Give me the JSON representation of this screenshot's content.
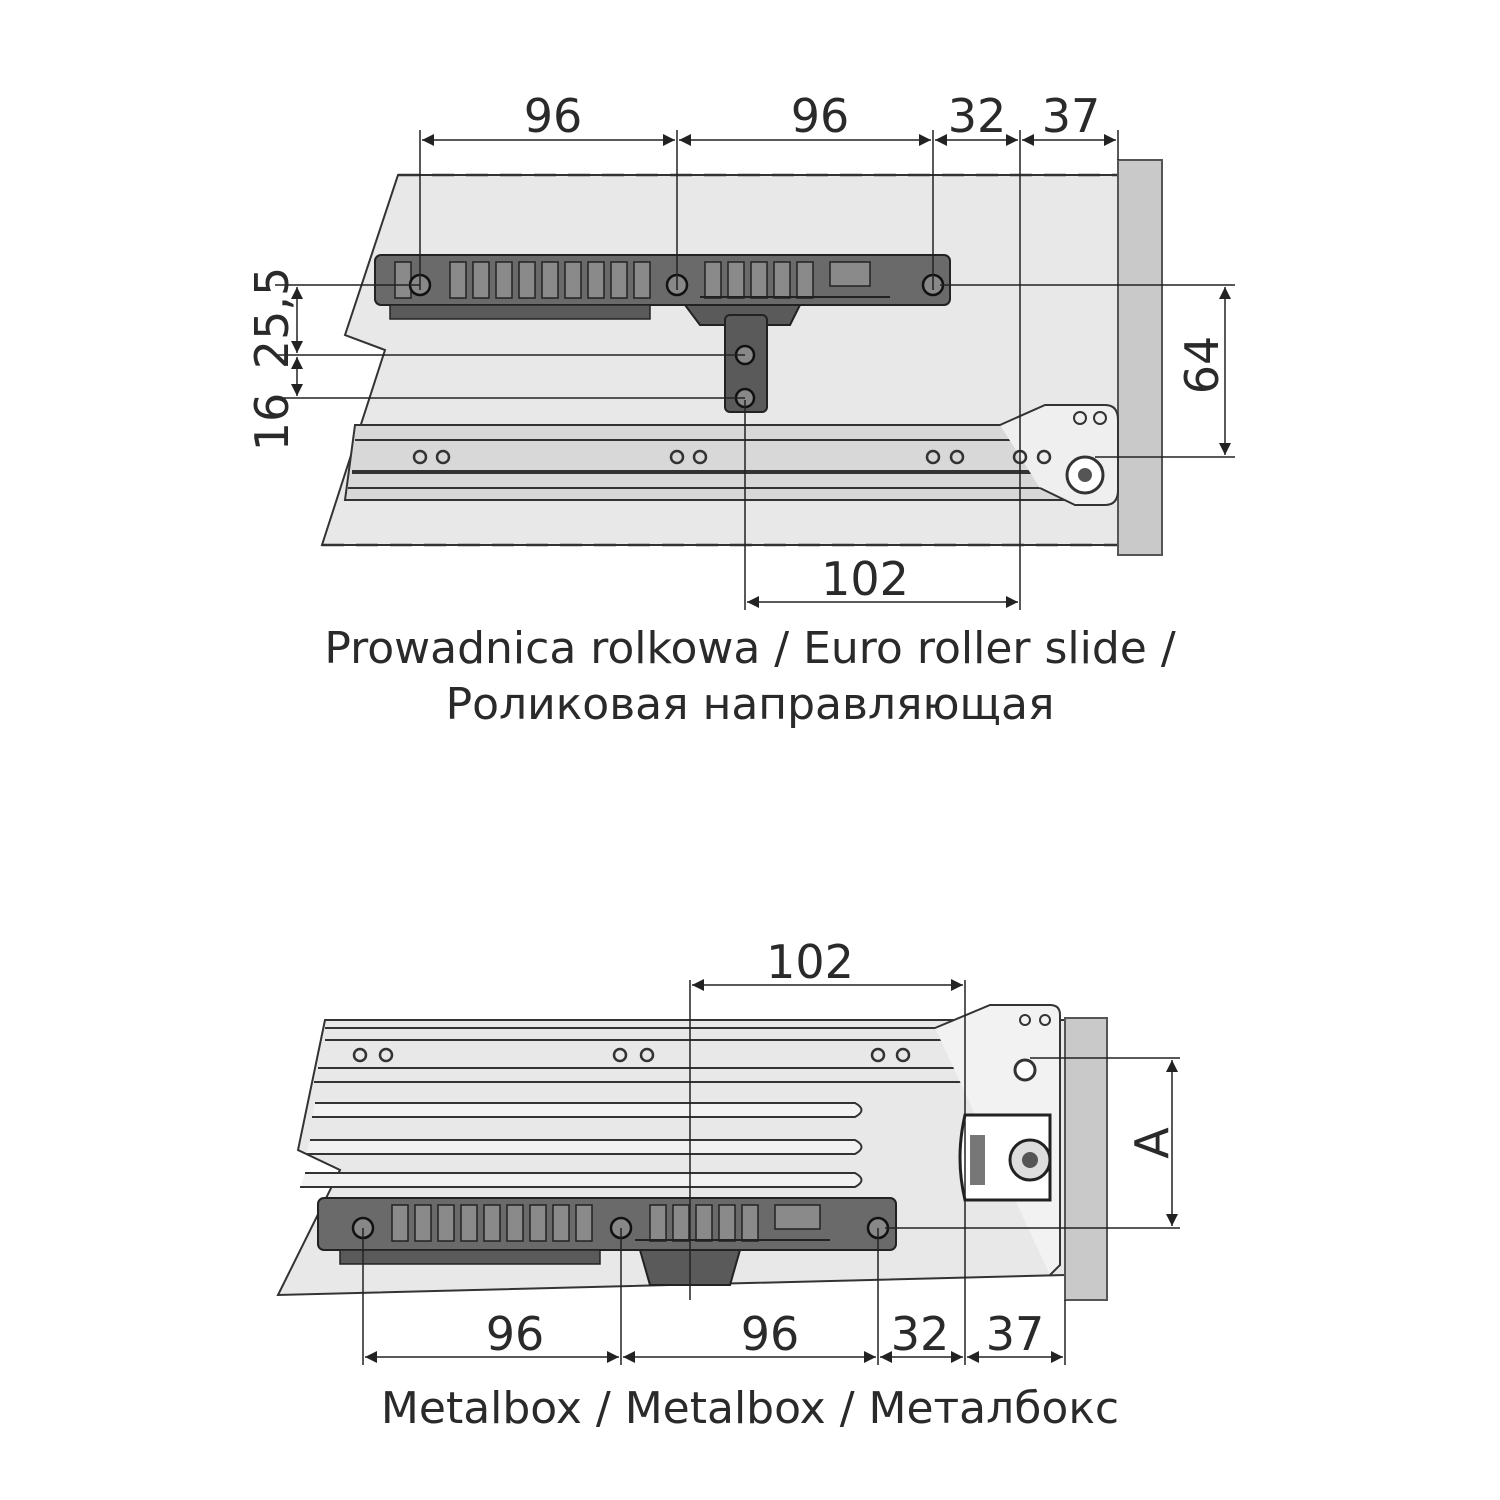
{
  "top_figure": {
    "dims": {
      "pitch_1": "96",
      "pitch_2": "96",
      "gap": "32",
      "front": "37",
      "slide_offset": "102",
      "vertical_1": "25,5",
      "vertical_2": "16",
      "height": "64"
    },
    "caption_line_1": "Prowadnica rolkowa / Euro roller slide /",
    "caption_line_2": "Роликовая направляющая"
  },
  "bottom_figure": {
    "dims": {
      "slide_offset": "102",
      "pitch_1": "96",
      "pitch_2": "96",
      "gap": "32",
      "front": "37",
      "height": "A"
    },
    "caption": "Metalbox / Metalbox / Металбокс"
  },
  "colors": {
    "panel_fill": "#e6e6e6",
    "front_panel": "#c9c9c9",
    "part_dark": "#5a5a5a",
    "line": "#222222"
  }
}
